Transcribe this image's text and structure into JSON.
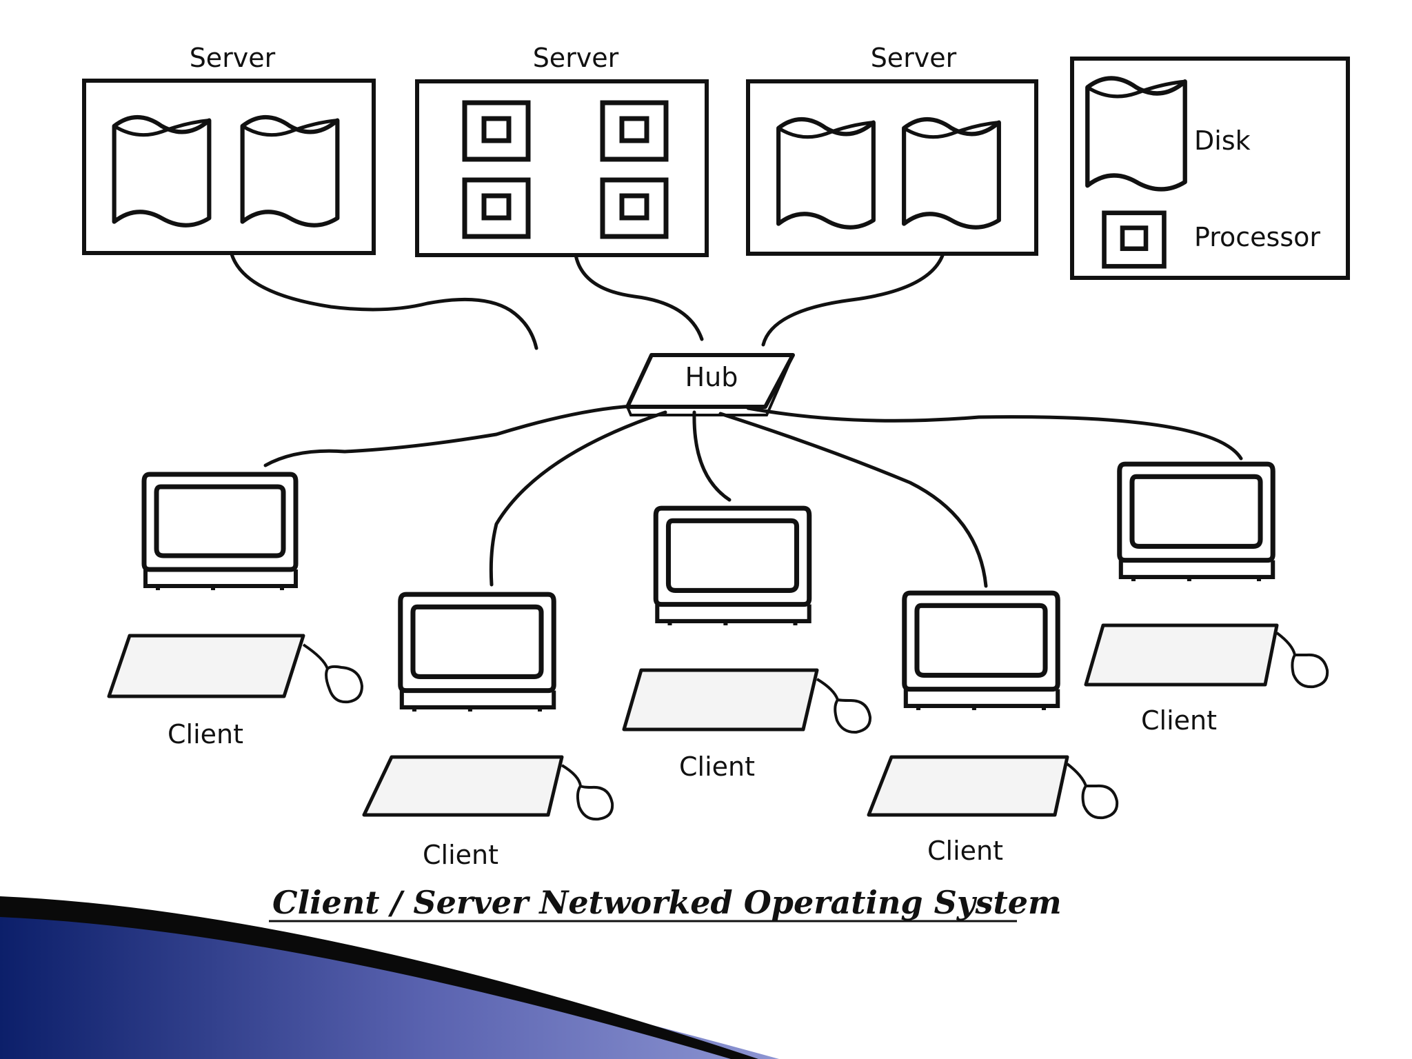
{
  "diagram": {
    "server_labels": [
      "Server",
      "Server",
      "Server"
    ],
    "hub_label": "Hub",
    "client_labels": [
      "Client",
      "Client",
      "Client",
      "Client",
      "Client"
    ],
    "legend": {
      "disk_label": "Disk",
      "processor_label": "Processor"
    },
    "caption": "Client / Server Networked Operating System"
  },
  "colors": {
    "ink": "#111111",
    "background": "#ffffff",
    "slide_accent_dark": "#0c1f6a",
    "slide_accent_light": "#6f79c2"
  }
}
